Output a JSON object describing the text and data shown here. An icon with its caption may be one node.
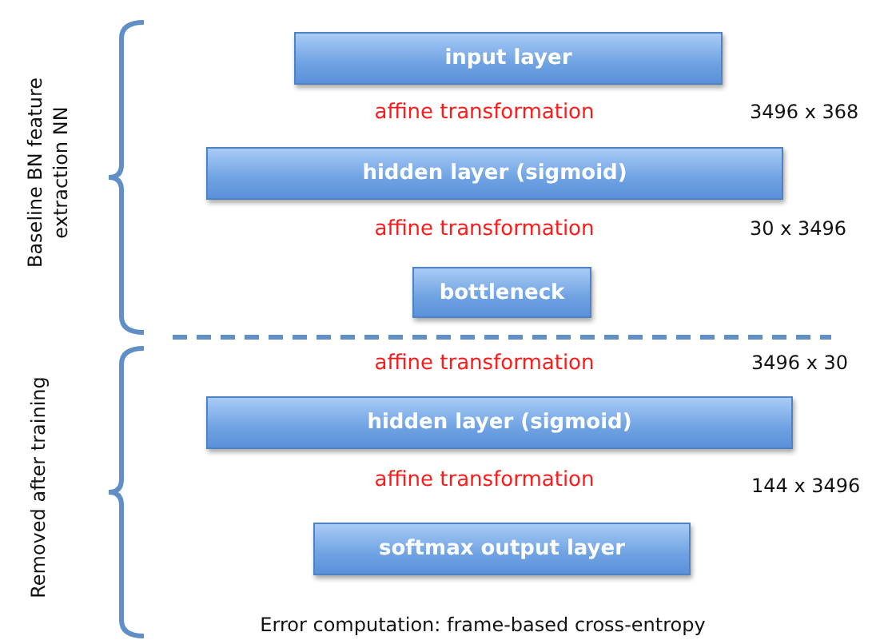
{
  "diagram": {
    "nodes": [
      {
        "text": [
          "input layer"
        ]
      },
      {
        "text": [
          "hidden layer (sigmoid)"
        ]
      },
      {
        "text": [
          "bottleneck"
        ]
      },
      {
        "text": [
          "hidden layer (sigmoid)"
        ]
      },
      {
        "text": [
          "softmax output layer"
        ]
      }
    ],
    "labels": [
      "Baseline BN feature extraction NN",
      "affine transformation",
      "3496 x 368",
      "affine transformation",
      "30 x 3496",
      "affine transformation",
      "3496 x 30",
      "Removed after training",
      "affine transformation",
      "144 x 3496",
      "Error computation: frame-based cross-entropy"
    ]
  }
}
